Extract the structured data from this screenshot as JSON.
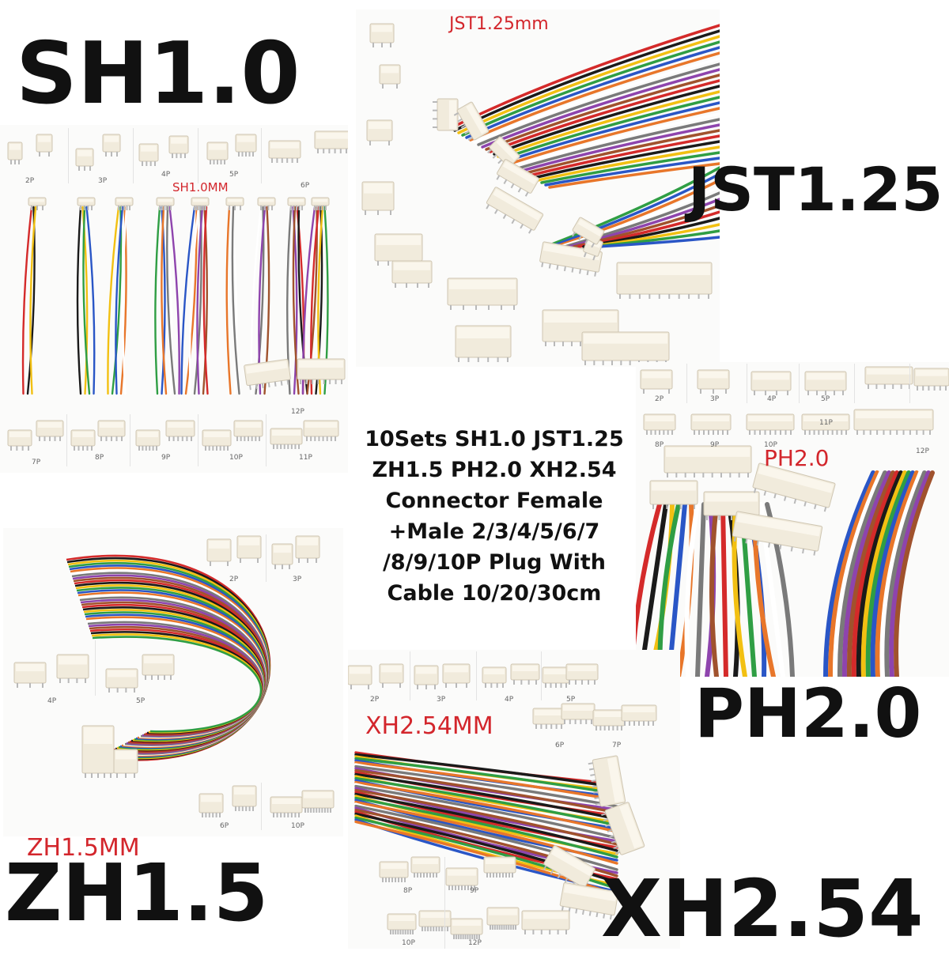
{
  "headings": {
    "sh": "SH1.0",
    "jst": "JST1.25",
    "ph": "PH2.0",
    "zh": "ZH1.5",
    "xh": "XH2.54"
  },
  "red_labels": {
    "jst": "JST1.25mm",
    "sh": "SH1.0MM",
    "ph": "PH2.0",
    "xh": "XH2.54MM",
    "zh": "ZH1.5MM"
  },
  "caption_lines": [
    "10Sets SH1.0 JST1.25",
    "ZH1.5 PH2.0 XH2.54",
    "Connector Female",
    "+Male 2/3/4/5/6/7",
    "/8/9/10P Plug With",
    "Cable 10/20/30cm"
  ],
  "pin_labels": {
    "sh_top": [
      "2P",
      "3P",
      "4P",
      "5P",
      "6P"
    ],
    "sh_bottom": [
      "12P",
      "7P",
      "8P",
      "9P",
      "10P",
      "11P"
    ],
    "ph_top": [
      "2P",
      "3P",
      "4P",
      "5P"
    ],
    "ph_mid": [
      "8P",
      "9P",
      "10P",
      "11P",
      "12P"
    ],
    "zh": [
      "2P",
      "3P",
      "4P",
      "5P",
      "6P",
      "10P"
    ],
    "xh_top": [
      "2P",
      "3P",
      "4P",
      "5P",
      "6P",
      "7P"
    ],
    "xh_bottom": [
      "8P",
      "9P",
      "10P",
      "12P"
    ]
  },
  "colors": {
    "label_red": "#d3262c",
    "wire_palette": [
      "#d42a2a",
      "#1a1a1a",
      "#f2c012",
      "#2f9e44",
      "#2a56c6",
      "#e8762a",
      "#ffffff",
      "#7a7a7a",
      "#8e44ad",
      "#a0522d"
    ],
    "connector": "#f1ebdc"
  }
}
